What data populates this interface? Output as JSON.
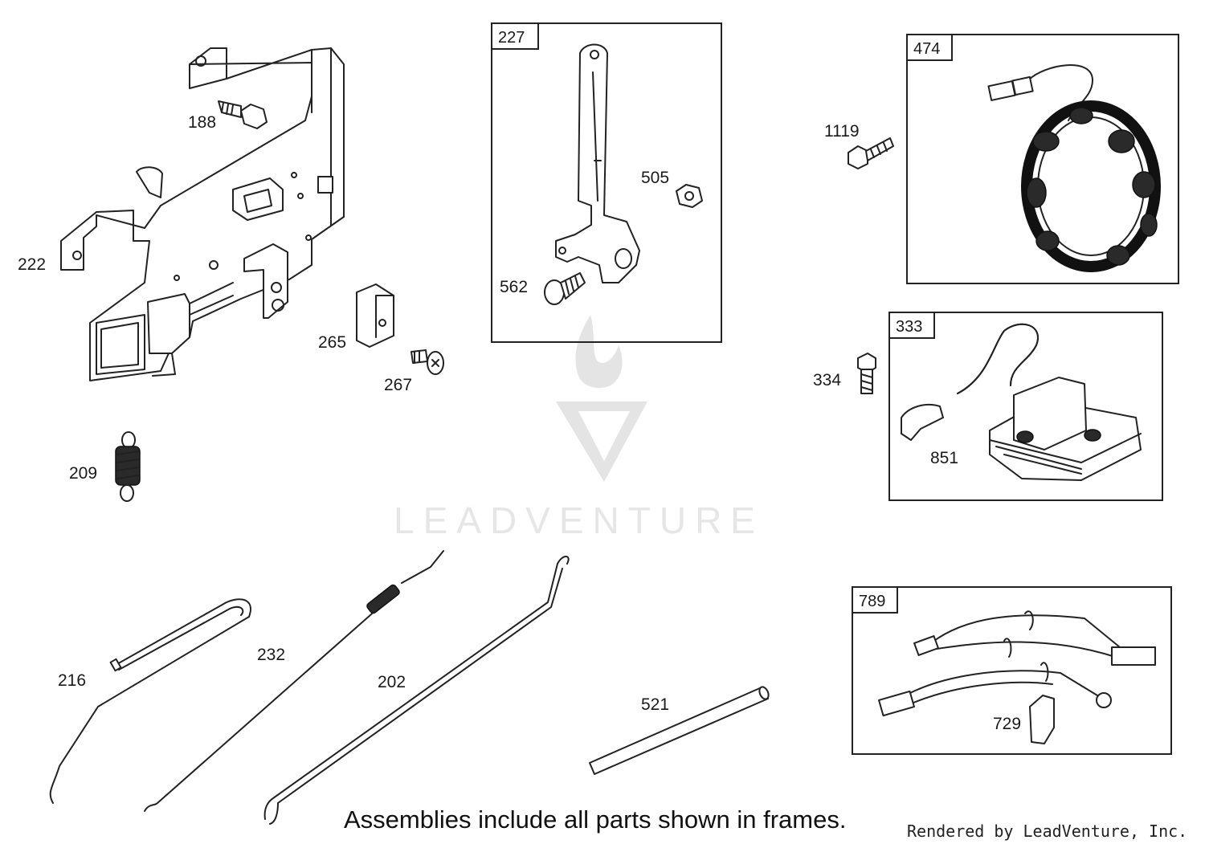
{
  "diagram": {
    "watermark": {
      "text": "LEADVENTURE"
    },
    "callouts": [
      {
        "id": "c188",
        "text": "188"
      },
      {
        "id": "c222",
        "text": "222"
      },
      {
        "id": "c209",
        "text": "209"
      },
      {
        "id": "c265",
        "text": "265"
      },
      {
        "id": "c267",
        "text": "267"
      },
      {
        "id": "c505",
        "text": "505"
      },
      {
        "id": "c562",
        "text": "562"
      },
      {
        "id": "c1119",
        "text": "1119"
      },
      {
        "id": "c334",
        "text": "334"
      },
      {
        "id": "c851",
        "text": "851"
      },
      {
        "id": "c216",
        "text": "216"
      },
      {
        "id": "c232",
        "text": "232"
      },
      {
        "id": "c202",
        "text": "202"
      },
      {
        "id": "c521",
        "text": "521"
      },
      {
        "id": "c729",
        "text": "729"
      }
    ],
    "assembly_frames": [
      {
        "id": "f227",
        "text": "227"
      },
      {
        "id": "f474",
        "text": "474"
      },
      {
        "id": "f333",
        "text": "333"
      },
      {
        "id": "f789",
        "text": "789"
      }
    ],
    "footer": {
      "note": "Assemblies include all parts shown in frames.",
      "credit": "Rendered by LeadVenture, Inc."
    }
  }
}
